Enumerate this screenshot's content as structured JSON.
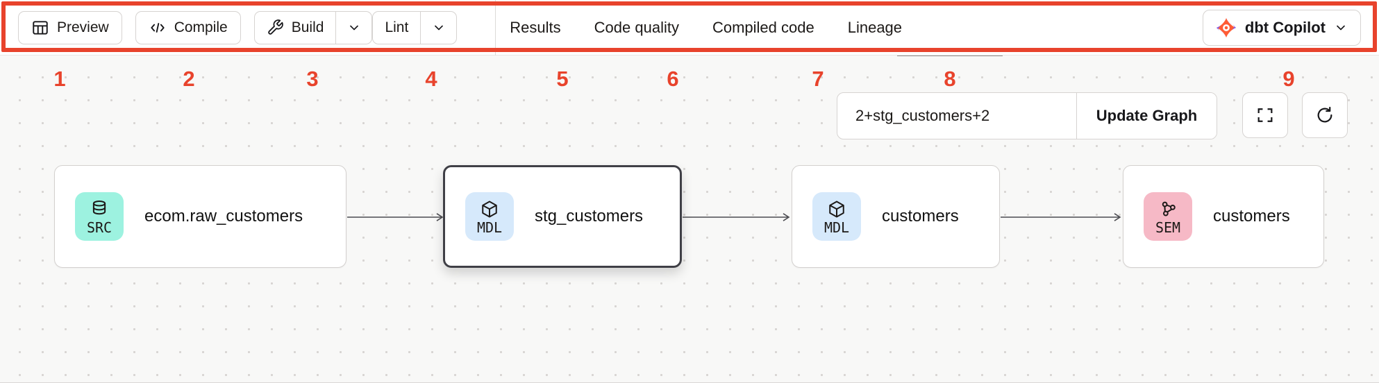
{
  "toolbar": {
    "preview_label": "Preview",
    "compile_label": "Compile",
    "build_label": "Build",
    "lint_label": "Lint",
    "copilot_label": "dbt Copilot",
    "tabs": [
      {
        "label": "Results",
        "active": false
      },
      {
        "label": "Code quality",
        "active": false
      },
      {
        "label": "Compiled code",
        "active": false
      },
      {
        "label": "Lineage",
        "active": true
      }
    ],
    "icons": {
      "preview": "table-icon",
      "compile": "code-icon",
      "build": "wrench-icon",
      "build_menu": "chevron-down-icon",
      "lint_menu": "chevron-down-icon",
      "copilot": "dbt-logo-icon",
      "copilot_menu": "chevron-down-icon"
    }
  },
  "annotation": {
    "color": "#e8432c",
    "numbers": [
      "1",
      "2",
      "3",
      "4",
      "5",
      "6",
      "7",
      "8",
      "9"
    ]
  },
  "lineage": {
    "selector_value": "2+stg_customers+2",
    "update_button_label": "Update Graph",
    "controls": {
      "fullscreen": "fullscreen-icon",
      "refresh": "refresh-icon"
    },
    "nodes": [
      {
        "badge": "SRC",
        "label": "ecom.raw_customers",
        "badge_color": "#9df2e0",
        "icon": "database-icon",
        "selected": false
      },
      {
        "badge": "MDL",
        "label": "stg_customers",
        "badge_color": "#d6e9fb",
        "icon": "cube-icon",
        "selected": true
      },
      {
        "badge": "MDL",
        "label": "customers",
        "badge_color": "#d6e9fb",
        "icon": "cube-icon",
        "selected": false
      },
      {
        "badge": "SEM",
        "label": "customers",
        "badge_color": "#f6b9c6",
        "icon": "semantic-model-icon",
        "selected": false
      }
    ]
  }
}
